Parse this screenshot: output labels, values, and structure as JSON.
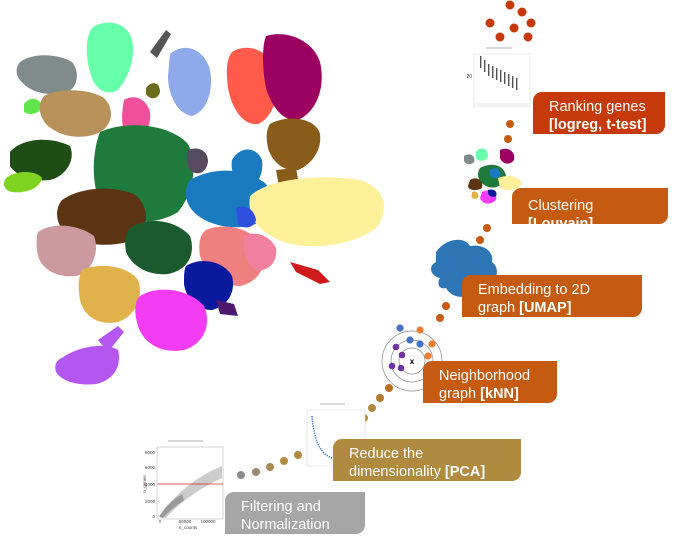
{
  "steps": [
    {
      "line1": "Filtering and",
      "line2": "Normalization",
      "method": "",
      "color": "#a6a6a6"
    },
    {
      "line1": "Reduce the",
      "line2": "dimensionality ",
      "method": "[PCA]",
      "color": "#b08a3e"
    },
    {
      "line1": "Neighborhood",
      "line2": "graph ",
      "method": "[kNN]",
      "color": "#c55a11"
    },
    {
      "line1": "Embedding to 2D",
      "line2": "graph ",
      "method": "[UMAP]",
      "color": "#c55a11"
    },
    {
      "line1": "Clustering ",
      "line2": "",
      "method": "[Louvain]",
      "color": "#c55a11"
    },
    {
      "line1": "Ranking genes",
      "line2": "",
      "method": "[logreg, t-test]",
      "color": "#c5390a"
    }
  ],
  "qc_plot": {
    "ylabel": "n_genes",
    "xlabel": "n_counts",
    "yticks": [
      "0",
      "2000",
      "4000",
      "6000",
      "8000"
    ],
    "xticks": [
      "0",
      "50000",
      "100000"
    ],
    "threshold_color": "#d62728"
  },
  "knn_center_label": "x",
  "rank_plot": {
    "ytick": "20"
  },
  "colors": {
    "dot_grey": "#8c8c8c",
    "dot_tan": "#b08a3e",
    "dot_orange": "#c55a11",
    "neighbor_purple": "#7030a0",
    "neighbor_blue": "#4472c4",
    "neighbor_orange": "#ed7d31",
    "umap_blue": "#2e75b6"
  }
}
